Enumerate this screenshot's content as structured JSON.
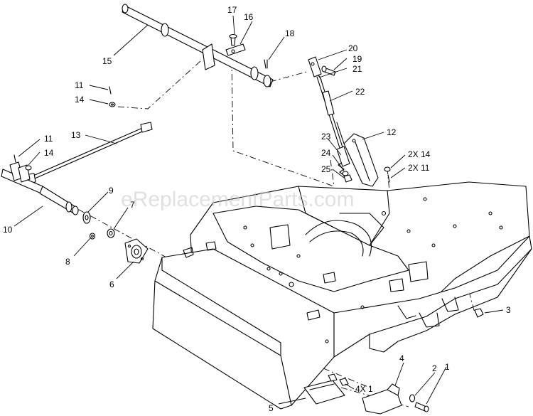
{
  "watermark": "eReplacementParts.com",
  "callouts": {
    "c1": "1",
    "c2": "2",
    "c3": "3",
    "c4": "4",
    "c4x1": "4X 1",
    "c5": "5",
    "c6": "6",
    "c7": "7",
    "c8": "8",
    "c9": "9",
    "c10": "10",
    "c11a": "11",
    "c11b": "11",
    "c12": "12",
    "c13": "13",
    "c14a": "14",
    "c14b": "14",
    "c15": "15",
    "c16": "16",
    "c17": "17",
    "c18": "18",
    "c19": "19",
    "c20": "20",
    "c21": "21",
    "c22": "22",
    "c23": "23",
    "c24": "24",
    "c25": "25",
    "c2x14": "2X 14",
    "c2x11": "2X 11"
  }
}
